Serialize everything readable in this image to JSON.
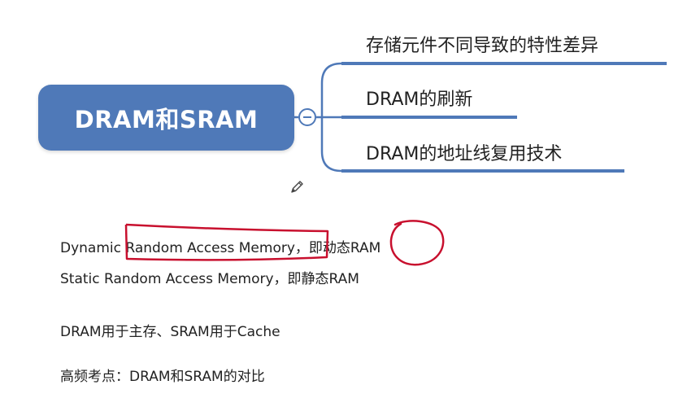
{
  "mindmap": {
    "root": {
      "label": "DRAM和SRAM"
    },
    "branches": [
      {
        "label": "存储元件不同导致的特性差异"
      },
      {
        "label": "DRAM的刷新"
      },
      {
        "label": "DRAM的地址线复用技术"
      }
    ]
  },
  "notes": [
    {
      "text": "Dynamic Random Access Memory，即动态RAM"
    },
    {
      "text": "Static Random Access Memory，即静态RAM"
    },
    {
      "text": "DRAM用于主存、SRAM用于Cache"
    },
    {
      "text": "高频考点：DRAM和SRAM的对比"
    }
  ],
  "colors": {
    "node_fill": "#4f79b8",
    "connector": "#4f79b8",
    "annotation_ink": "#c8102e"
  },
  "icons": {
    "collapse": "minus-circle-icon",
    "pen": "pencil-icon"
  }
}
